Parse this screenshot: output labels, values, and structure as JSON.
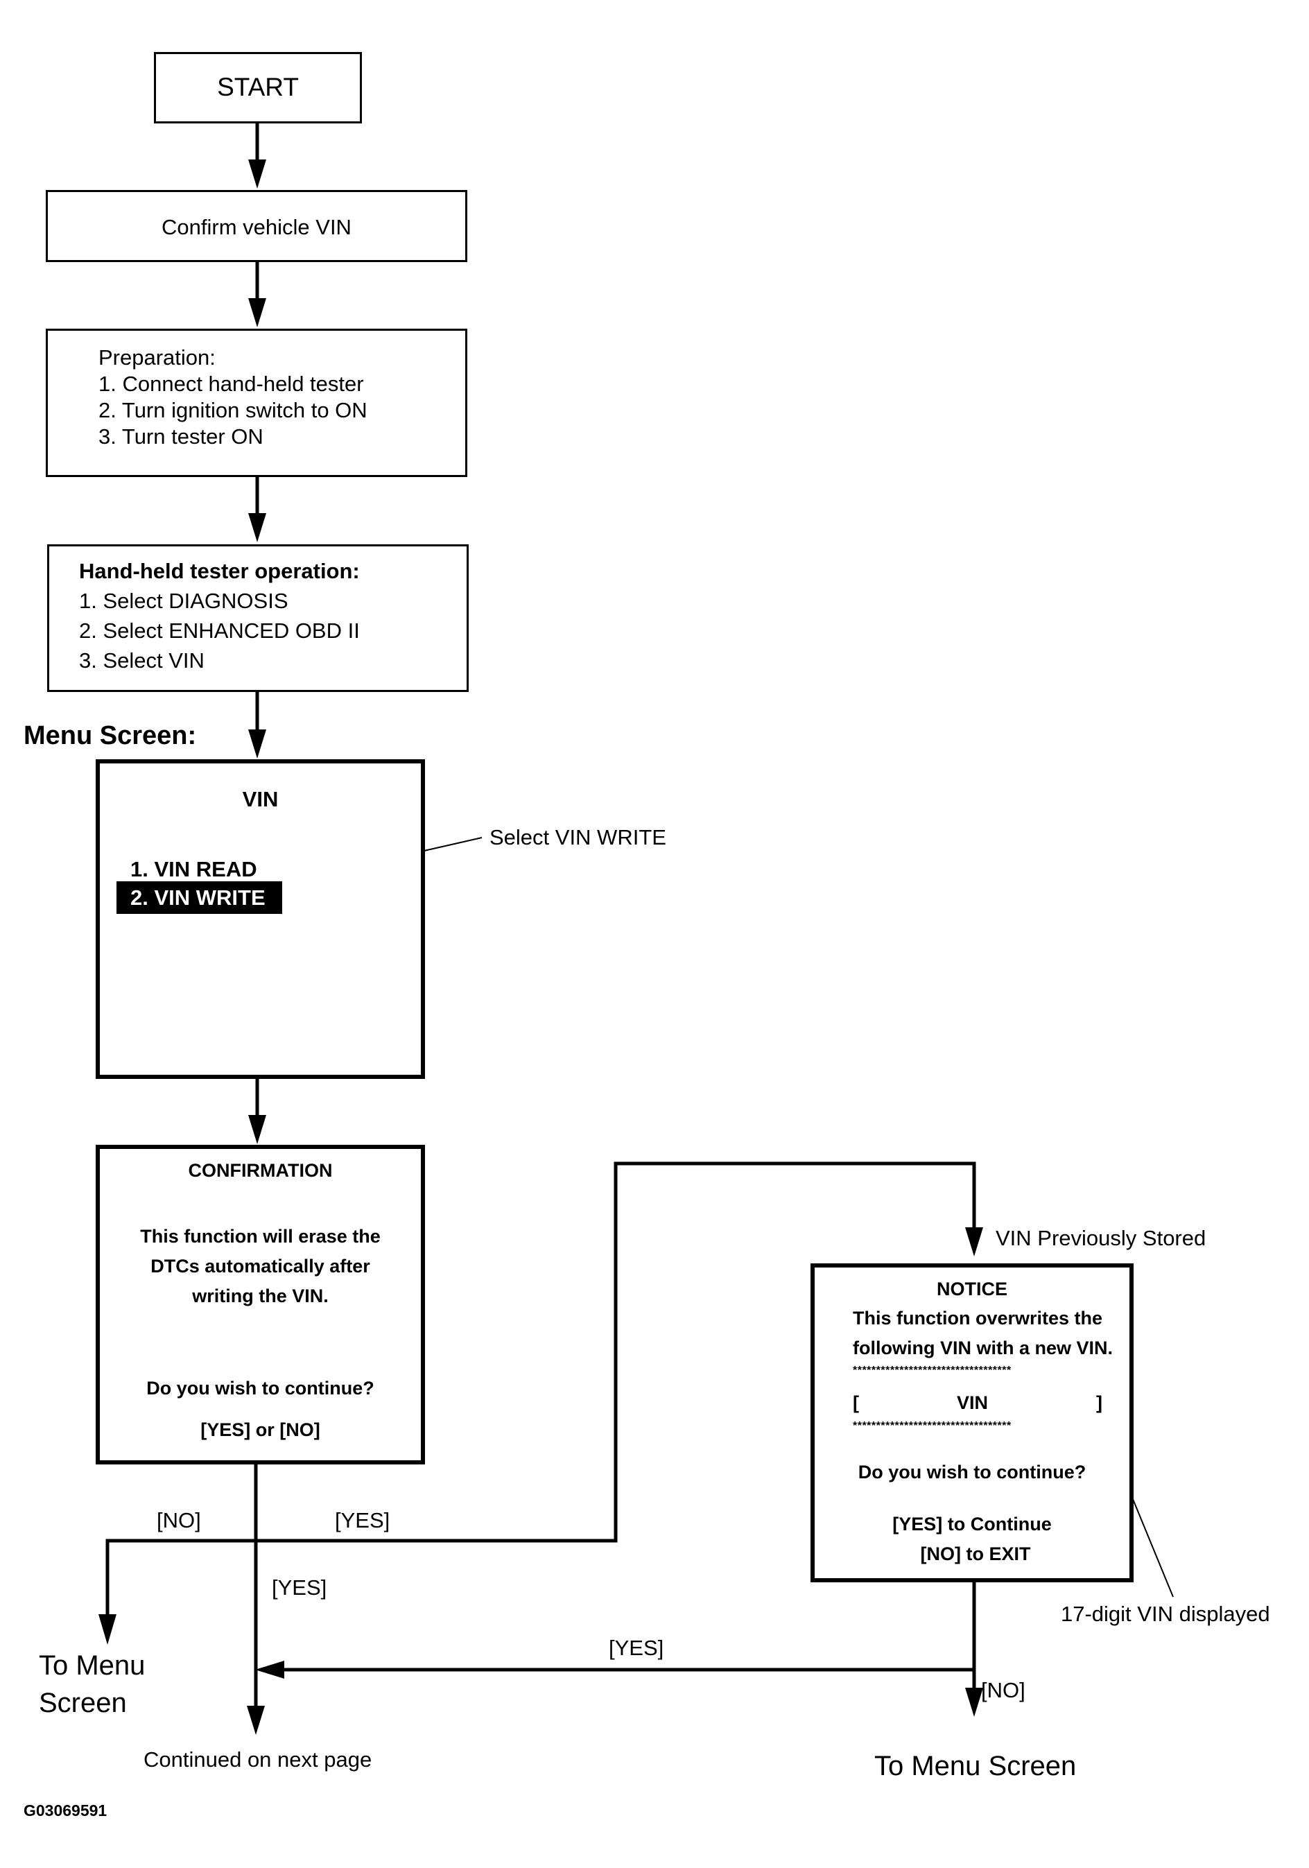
{
  "start": "START",
  "confirm_vin": "Confirm vehicle VIN",
  "preparation": {
    "lines": [
      "Preparation:",
      "1. Connect hand-held tester",
      "2. Turn ignition switch to ON",
      "3. Turn tester ON"
    ]
  },
  "tester_operation": {
    "title": "Hand-held tester operation:",
    "lines": [
      "1. Select DIAGNOSIS",
      "2. Select ENHANCED OBD II",
      "3. Select VIN"
    ]
  },
  "menu_screen_label": "Menu Screen:",
  "menu_screen": {
    "title": "VIN",
    "item1": "1. VIN READ",
    "item2": "2. VIN WRITE",
    "callout": "Select VIN WRITE"
  },
  "confirmation": {
    "title": "CONFIRMATION",
    "lines": [
      "This function will erase the",
      "DTCs automatically after",
      "writing the VIN."
    ],
    "question": "Do you wish to continue?",
    "options": "[YES] or [NO]"
  },
  "notice": {
    "title": "NOTICE",
    "lines": [
      "This function overwrites the",
      "following VIN with a new VIN."
    ],
    "stars": "**********************************",
    "bracket_open": "[",
    "vin": "VIN",
    "bracket_close": "]",
    "question": "Do you wish to continue?",
    "yes_option": "[YES] to Continue",
    "no_option": "[NO] to EXIT",
    "label_above": "VIN Previously Stored",
    "callout": "17-digit VIN displayed"
  },
  "branches": {
    "no_left": "[NO]",
    "yes_right": "[YES]",
    "yes_down": "[YES]",
    "yes_return": "[YES]",
    "no_bottom": "[NO]"
  },
  "to_menu_left": [
    "To Menu",
    "Screen"
  ],
  "continued": "Continued on next page",
  "to_menu_right": "To Menu Screen",
  "figure_id": "G03069591"
}
